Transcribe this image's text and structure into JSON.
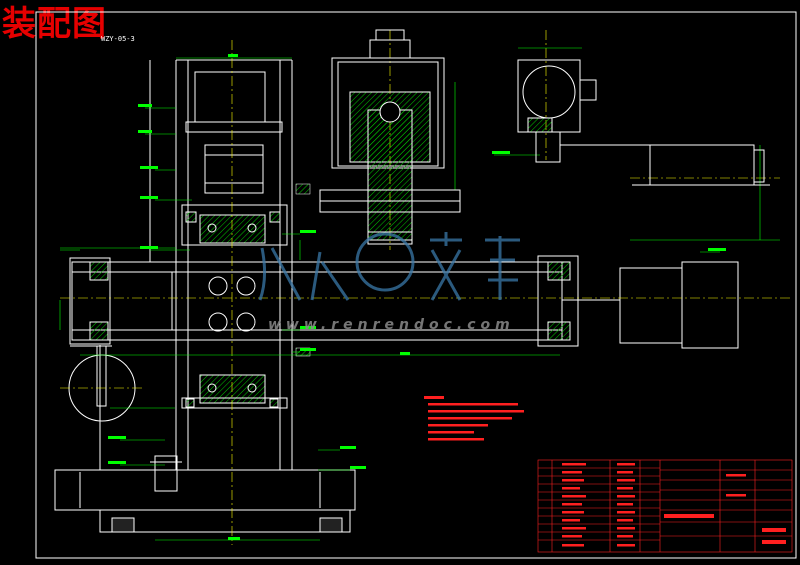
{
  "title": "装配图",
  "drawing_number": "WZY-05-3",
  "watermark": {
    "text": "www.renrendoc.com",
    "logo_text": "人人文库"
  },
  "colors": {
    "background": "#000000",
    "outline": "#ffffff",
    "dimension": "#00ff00",
    "centerline": "#ffff00",
    "hatch": "#00ff00",
    "notes": "#ff2020",
    "title_block": "#ff2020",
    "title_text": "#e60000",
    "cyan": "#00ffff"
  }
}
